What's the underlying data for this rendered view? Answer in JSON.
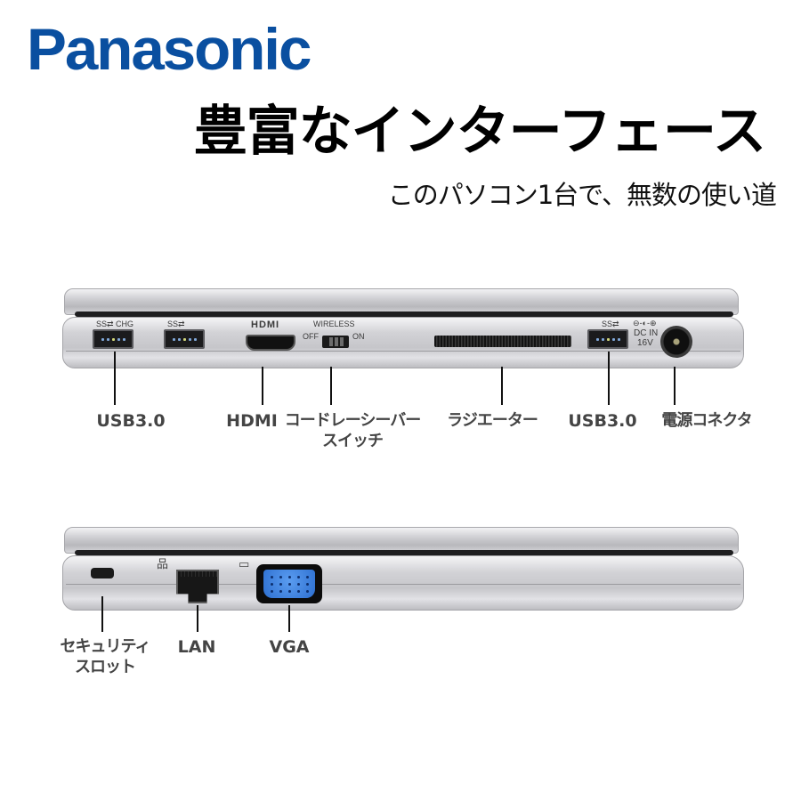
{
  "brand": {
    "logo_text": "Panasonic",
    "logo_color": "#0a4fa0"
  },
  "header": {
    "title": "豊富なインターフェース",
    "subtitle": "このパソコン1台で、無数の使い道"
  },
  "right_side_view": {
    "printed_markings": {
      "usb_left_mark": "SS⇄ CHG",
      "usb_mid_mark": "SS⇄",
      "hdmi_logo": "HDMI",
      "wireless": "WIRELESS",
      "off": "OFF",
      "on": "ON",
      "usb_right_mark": "SS⇄",
      "dc_polarity": "⊖-◐-⊕",
      "dc_in": "DC IN",
      "voltage": "16V"
    },
    "labels": [
      {
        "id": "usb-left",
        "text": "USB3.0"
      },
      {
        "id": "hdmi",
        "text": "HDMI"
      },
      {
        "id": "wireless-switch",
        "text": "コードレーシーバー\nスイッチ",
        "line1": "コードレーシーバー",
        "line2": "スイッチ"
      },
      {
        "id": "radiator",
        "text": "ラジエーター"
      },
      {
        "id": "usb-right",
        "text": "USB3.0"
      },
      {
        "id": "power",
        "text": "電源コネクタ"
      }
    ]
  },
  "left_side_view": {
    "labels": [
      {
        "id": "security-slot",
        "line1": "セキュリティ",
        "line2": "スロット"
      },
      {
        "id": "lan",
        "text": "LAN"
      },
      {
        "id": "vga",
        "text": "VGA"
      }
    ],
    "icons": {
      "lan_icon": "network-icon",
      "vga_icon": "monitor-icon"
    }
  },
  "colors": {
    "label_text": "#444444",
    "leader_line": "#111111",
    "vga_blue": "#2d6fd0"
  }
}
